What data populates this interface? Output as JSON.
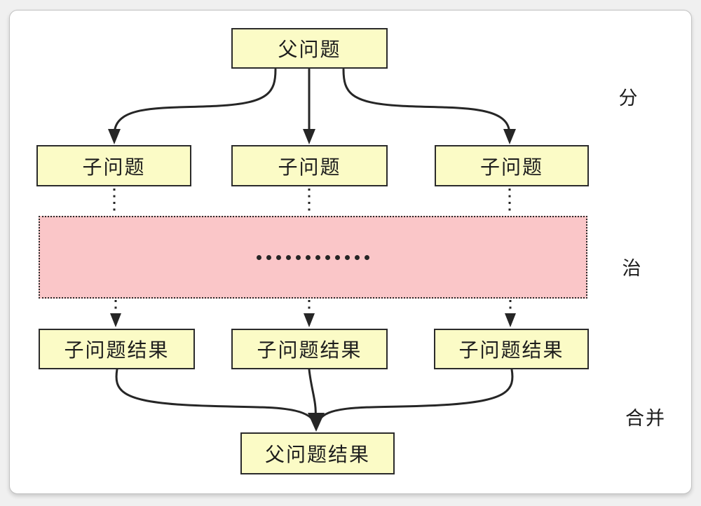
{
  "diagram": {
    "title_semantics": "divide-and-conquer flow",
    "parent_problem": "父问题",
    "sub_problems": [
      "子问题",
      "子问题",
      "子问题"
    ],
    "sub_results": [
      "子问题结果",
      "子问题结果",
      "子问题结果"
    ],
    "final_result": "父问题结果",
    "stage_labels": {
      "divide": "分",
      "conquer": "治",
      "merge": "合并"
    },
    "ellipsis_dot_count": 12,
    "colors": {
      "node_fill": "#fbfbc6",
      "node_border": "#2b2b2b",
      "conquer_region_fill": "#fac6c8",
      "line": "#262626",
      "panel_background": "#ffffff",
      "page_background": "#f0f0f0"
    }
  }
}
